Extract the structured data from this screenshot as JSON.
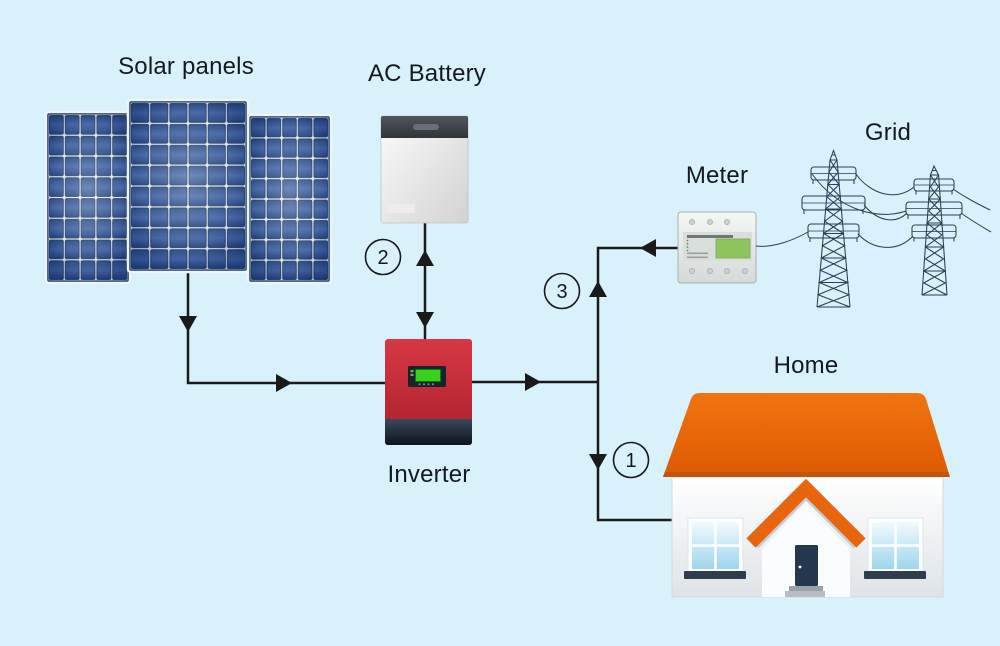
{
  "labels": {
    "solar_panels": "Solar panels",
    "battery": "AC Battery",
    "inverter": "Inverter",
    "meter": "Meter",
    "grid": "Grid",
    "home": "Home"
  },
  "markers": [
    "1",
    "2",
    "3"
  ],
  "colors": {
    "background": "#d9f1fb",
    "line": "#1a1a1a",
    "panel_blue": "#2c4d86",
    "inverter_red": "#c4242f",
    "roof_orange": "#e8650d",
    "meter_screen_green": "#8fc35e",
    "inverter_screen_green": "#35d11c",
    "tower_navy": "#2b3e55",
    "battery_gray": "#e4e4e4",
    "door_navy": "#263850",
    "window_blue": "#a8dcf2"
  }
}
